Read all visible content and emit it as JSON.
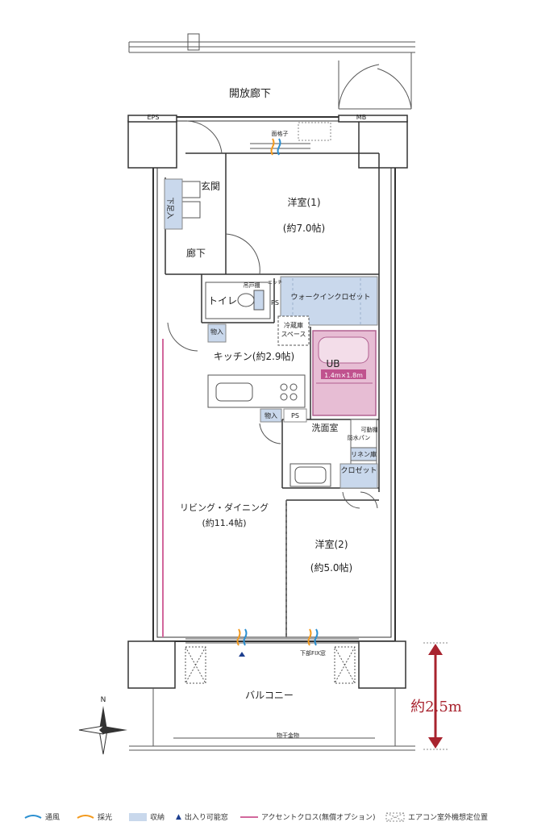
{
  "labels": {
    "corridor_open": "開放廊下",
    "eps": "EPS",
    "mb": "MB",
    "lattice": "面格子",
    "entrance": "玄関",
    "shoe_storage": "下足入",
    "hallway": "廊下",
    "room1": "洋室(1)",
    "room1_size": "(約7.0帖)",
    "toilet": "トイレ",
    "hanging_shelf": "吊戸棚",
    "niche": "ニッチ",
    "ps_a": "PS",
    "walkin_closet": "ウォークインクロゼット",
    "storage_a": "物入",
    "fridge": "冷蔵庫",
    "fridge_space": "スペース",
    "kitchen": "キッチン(約2.9帖)",
    "ub": "UB",
    "ub_size": "1.4m×1.8m",
    "storage_b": "物入",
    "ps_b": "PS",
    "washroom": "洗面室",
    "movable_shelf": "可動棚",
    "waterproof_pan": "防水パン",
    "linen": "リネン庫",
    "closet": "クロゼット",
    "living": "リビング・ダイニング",
    "living_size": "(約11.4帖)",
    "room2": "洋室(2)",
    "room2_size": "(約5.0帖)",
    "fix_window": "下部FIX窓",
    "balcony": "バルコニー",
    "drying": "物干金物",
    "height": "約2.5m",
    "north": "N"
  },
  "legend": {
    "ventilation": "通風",
    "daylight": "採光",
    "storage": "収納",
    "access_window": "出入り可能窓",
    "accent_cloth": "アクセントクロス(無償オプション)",
    "ac_unit": "エアコン室外機想定位置"
  },
  "colors": {
    "wall": "#333333",
    "storage_fill": "#c9d8ec",
    "ub_fill": "#e7bdd4",
    "ub_label_fill": "#c0528e",
    "accent": "#d2679c",
    "height_arrow": "#a8232e",
    "ventilation": "#2b8fd0",
    "daylight": "#f39a1e",
    "window_marker": "#1d3f8f"
  }
}
